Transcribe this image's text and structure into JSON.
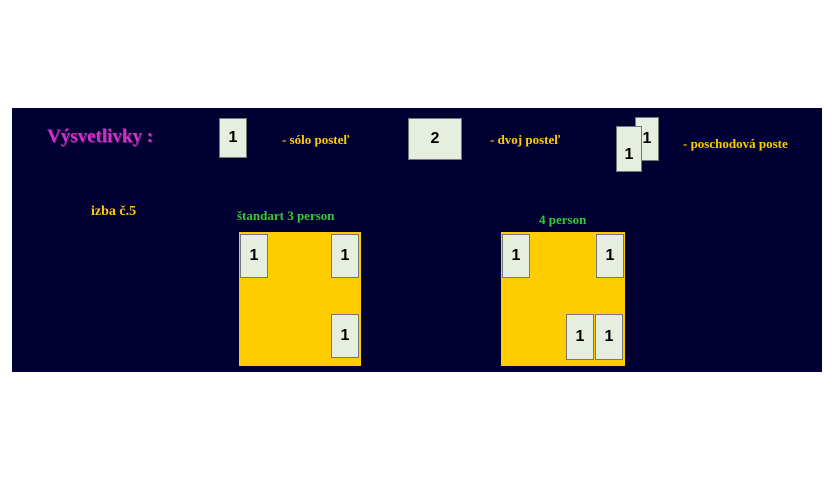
{
  "legend": {
    "title": "Výsvetlivky :",
    "single_bed": {
      "number": "1",
      "label": "- sólo posteľ"
    },
    "double_bed": {
      "number": "2",
      "label": "- dvoj posteľ"
    },
    "bunk_bed": {
      "numbers": [
        "1",
        "1"
      ],
      "label": "- poschodová poste"
    }
  },
  "room_title": "izba č.5",
  "rooms": [
    {
      "label": "štandart 3 person",
      "beds": [
        "1",
        "1",
        "1"
      ]
    },
    {
      "label": "4 person",
      "beds": [
        "1",
        "1",
        "1",
        "1"
      ]
    }
  ],
  "colors": {
    "background": "#000033",
    "room": "#ffcc00",
    "bed": "#e6eee0",
    "legend_title": "#cc33cc",
    "text_yellow": "#ffcc00",
    "text_green": "#33cc33"
  }
}
